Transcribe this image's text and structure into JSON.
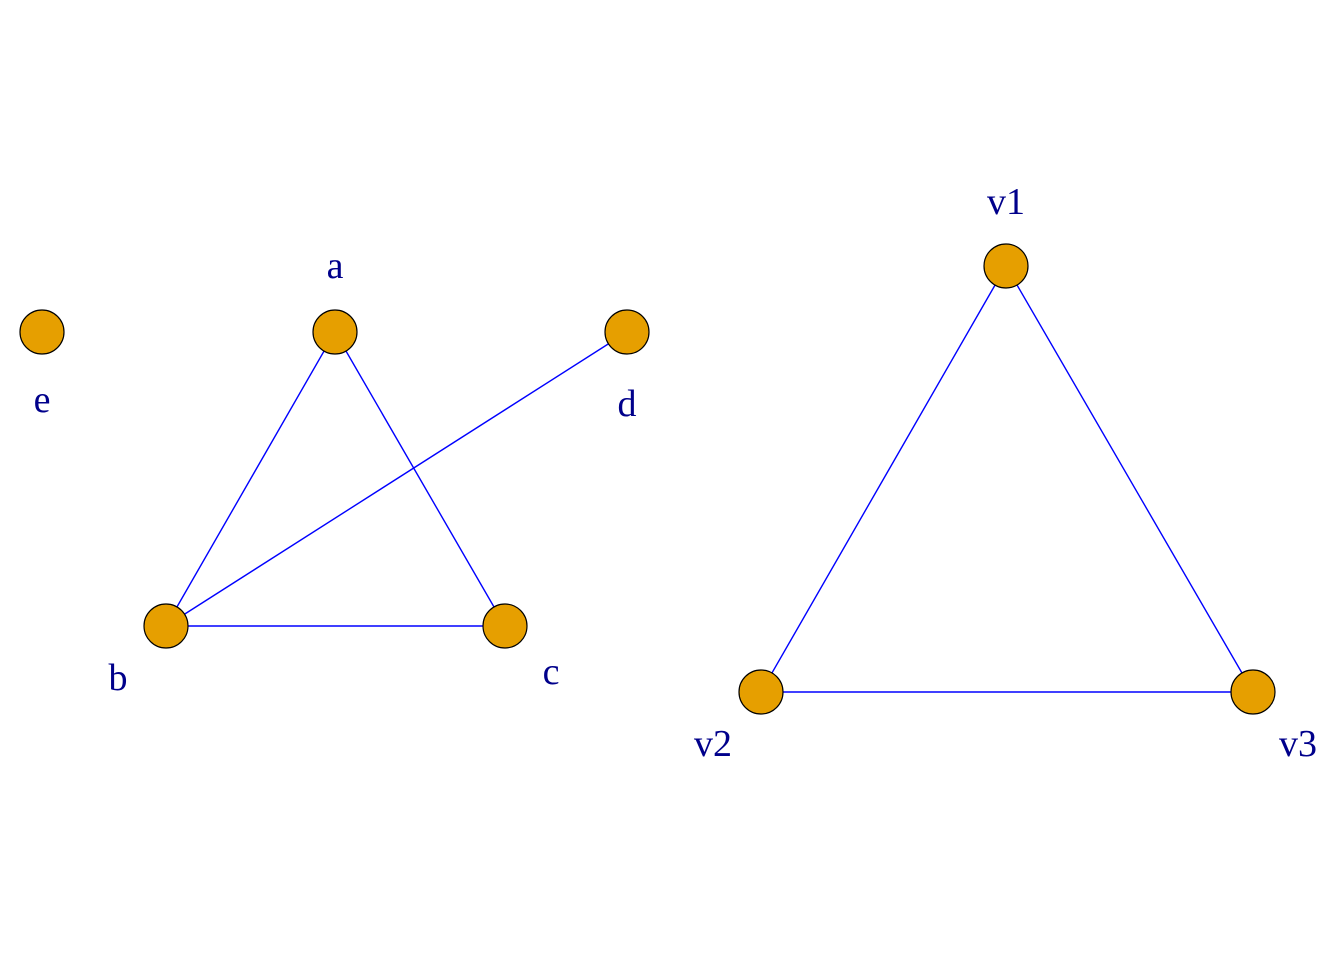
{
  "graphs": [
    {
      "id": "graph-1",
      "nodes": [
        {
          "id": "a",
          "label": "a"
        },
        {
          "id": "b",
          "label": "b"
        },
        {
          "id": "c",
          "label": "c"
        },
        {
          "id": "d",
          "label": "d"
        },
        {
          "id": "e",
          "label": "e"
        }
      ],
      "edges": [
        {
          "from": "a",
          "to": "b"
        },
        {
          "from": "a",
          "to": "c"
        },
        {
          "from": "b",
          "to": "c"
        },
        {
          "from": "b",
          "to": "d"
        }
      ]
    },
    {
      "id": "graph-2",
      "nodes": [
        {
          "id": "v1",
          "label": "v1"
        },
        {
          "id": "v2",
          "label": "v2"
        },
        {
          "id": "v3",
          "label": "v3"
        }
      ],
      "edges": [
        {
          "from": "v1",
          "to": "v2"
        },
        {
          "from": "v1",
          "to": "v3"
        },
        {
          "from": "v2",
          "to": "v3"
        }
      ]
    }
  ],
  "colors": {
    "vertex_fill": "#E69F00",
    "vertex_stroke": "#000000",
    "edge": "#0000FF",
    "label": "#00008B"
  }
}
